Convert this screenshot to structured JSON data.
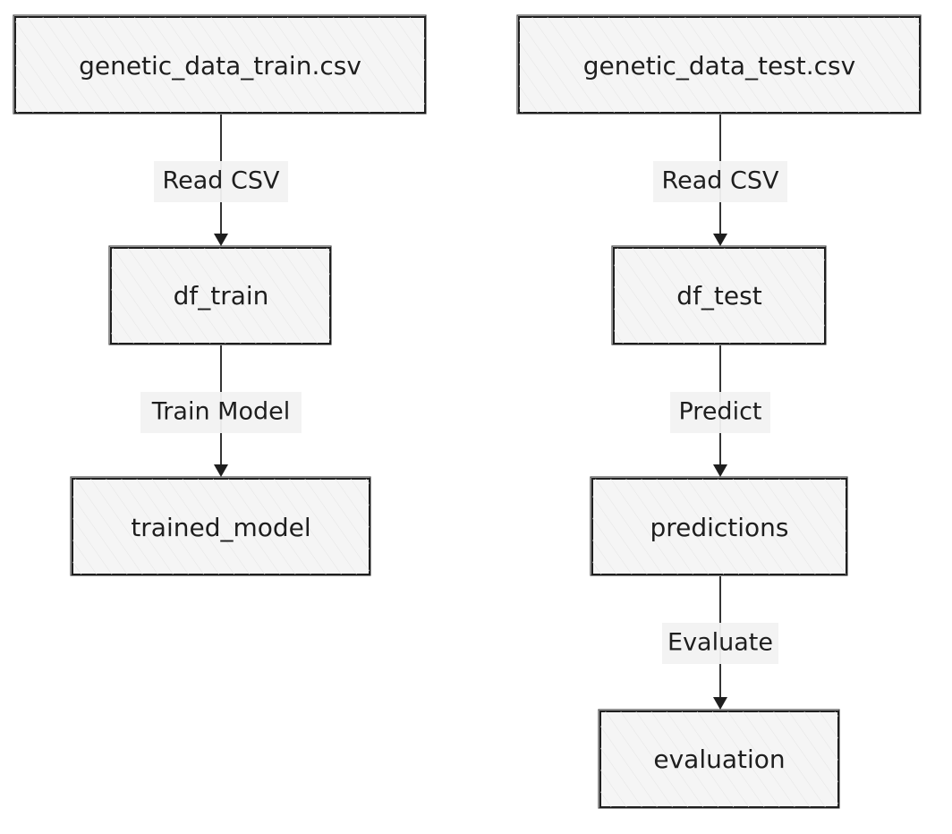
{
  "nodes": {
    "train_csv": "genetic_data_train.csv",
    "test_csv": "genetic_data_test.csv",
    "df_train": "df_train",
    "df_test": "df_test",
    "trained_model": "trained_model",
    "predictions": "predictions",
    "evaluation": "evaluation"
  },
  "edges": {
    "read_csv_train": "Read CSV",
    "read_csv_test": "Read CSV",
    "train_model": "Train Model",
    "predict": "Predict",
    "evaluate": "Evaluate"
  }
}
